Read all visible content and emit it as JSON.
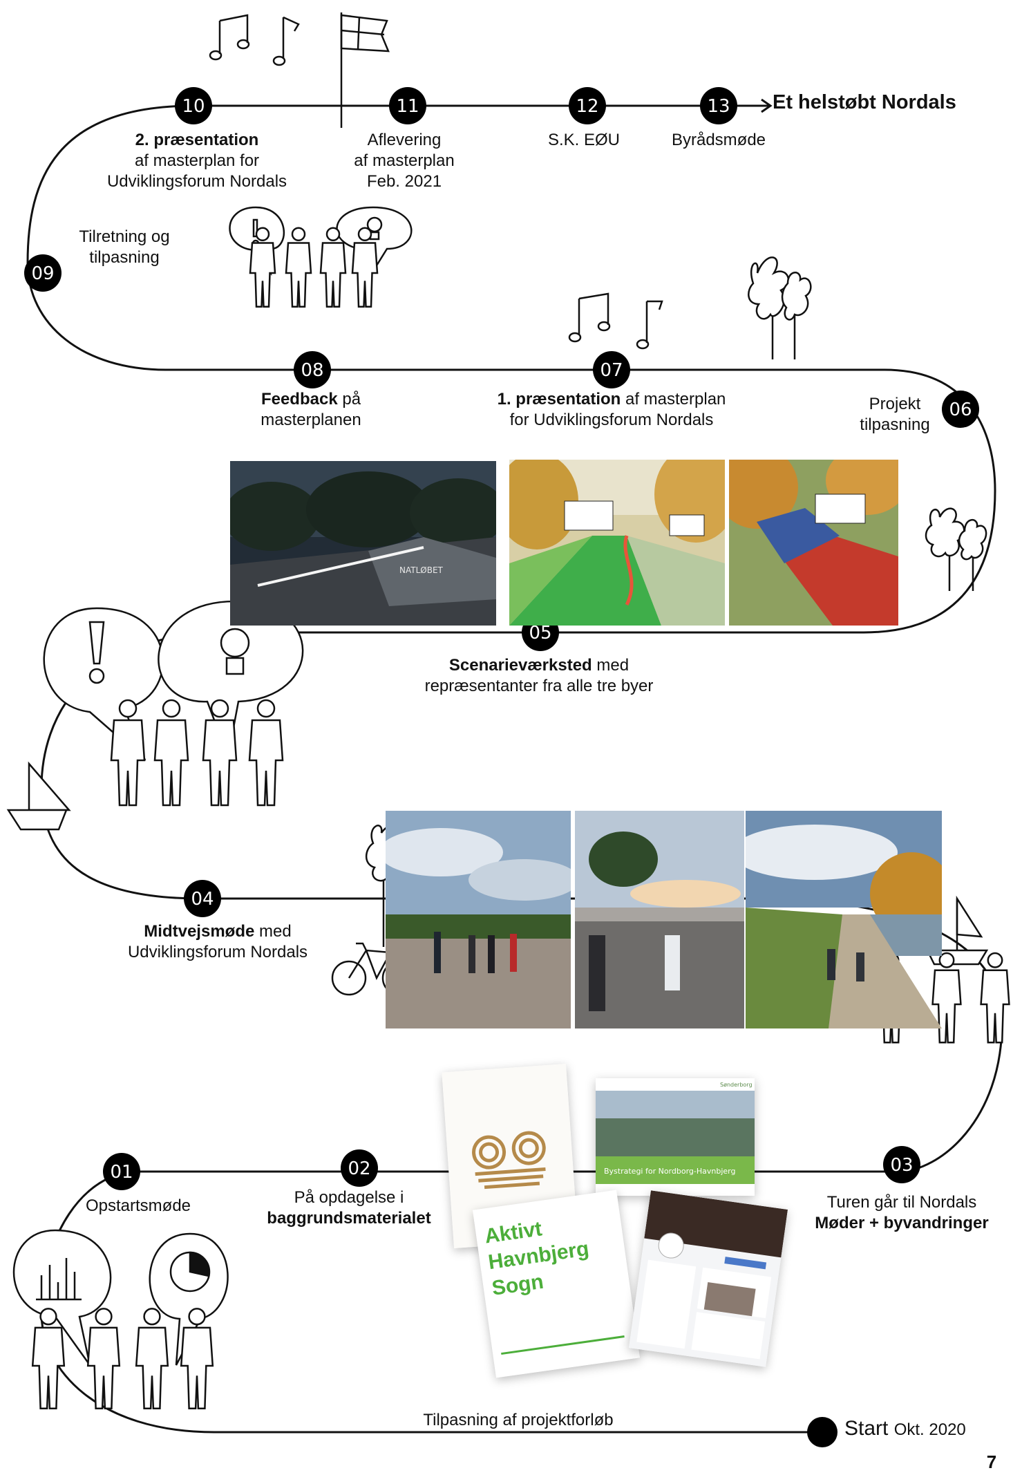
{
  "page_number": "7",
  "milestones": [
    {
      "num": "10",
      "bold": "2. præsentation",
      "line1_rest": "",
      "line2": "af masterplan for",
      "line3": "Udviklingsforum Nordals"
    },
    {
      "num": "11",
      "line1": "Aflevering",
      "line2": "af masterplan",
      "line3": "Feb. 2021"
    },
    {
      "num": "12",
      "line1": "S.K. EØU"
    },
    {
      "num": "13",
      "line1": "Byrådsmøde"
    },
    {
      "num": "09",
      "line1": "Tilretning og",
      "line2": "tilpasning"
    },
    {
      "num": "08",
      "bold": "Feedback",
      "line1_rest": " på",
      "line2": "masterplanen"
    },
    {
      "num": "07",
      "bold": "1. præsentation",
      "line1_rest": " af masterplan",
      "line2": "for Udviklingsforum Nordals"
    },
    {
      "num": "06",
      "line1": "Projekt",
      "line2": "tilpasning"
    },
    {
      "num": "05",
      "bold": "Scenarieværksted",
      "line1_rest": " med",
      "line2": "repræsentanter fra alle tre byer"
    },
    {
      "num": "04",
      "bold": "Midtvejsmøde",
      "line1_rest": " med",
      "line2": "Udviklingsforum Nordals"
    },
    {
      "num": "03",
      "line1": "Turen går til Nordals",
      "bold2": "Møder + byvandringer"
    },
    {
      "num": "02",
      "line1": "På opdagelse i",
      "bold2": "baggrundsmaterialet"
    },
    {
      "num": "01",
      "line1": "Opstartsmøde"
    }
  ],
  "goal": {
    "arrow": "→",
    "text": "Et helstøbt Nordals"
  },
  "start": {
    "label": "Start",
    "date": "Okt. 2020"
  },
  "bottom_line_label": "Tilpasning af projektforløb",
  "photo_text": {
    "tunnel_sign": "NATLØBET"
  },
  "documents": {
    "aktivt_title": [
      "Aktivt",
      "Havnbjerg",
      "Sogn"
    ],
    "bystrategi_title": "Bystrategi for Nordborg-Havnbjerg",
    "sonderborg_logo": "Sønderborg"
  },
  "colors": {
    "line": "#111111",
    "badge": "#000000",
    "badge_text": "#ffffff",
    "green": "#6fbe44",
    "doc_green": "#4cae3a"
  }
}
